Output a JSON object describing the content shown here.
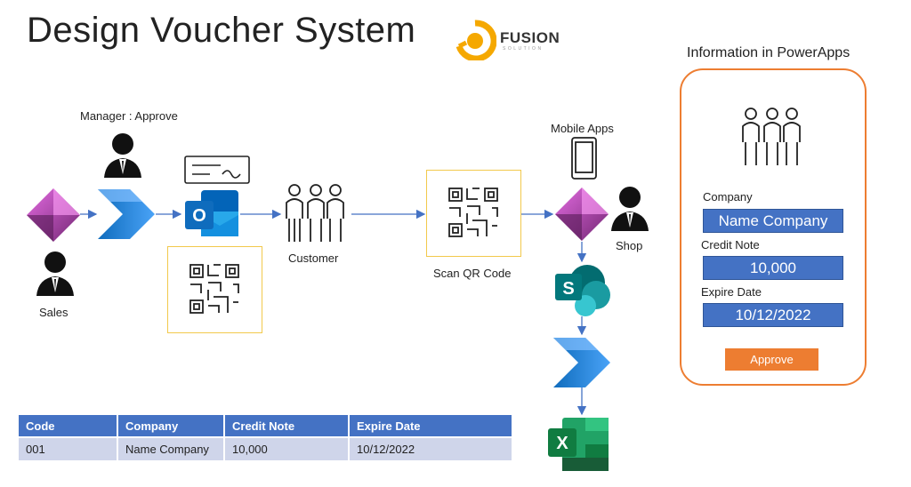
{
  "title": "Design Voucher System",
  "logo": {
    "name": "FUSION",
    "sub": "SOLUTION"
  },
  "flow": {
    "manager_label": "Manager : Approve",
    "sales_label": "Sales",
    "customer_label": "Customer",
    "scan_label": "Scan QR Code",
    "mobile_label": "Mobile Apps",
    "shop_label": "Shop"
  },
  "panel": {
    "title": "Information in PowerApps",
    "company_label": "Company",
    "company_value": "Name Company",
    "credit_label": "Credit Note",
    "credit_value": "10,000",
    "expire_label": "Expire Date",
    "expire_value": "10/12/2022",
    "approve_label": "Approve"
  },
  "table": {
    "headers": [
      "Code",
      "Company",
      "Credit Note",
      "Expire Date"
    ],
    "rows": [
      [
        "001",
        "Name Company",
        "10,000",
        "10/12/2022"
      ]
    ]
  },
  "colors": {
    "accent_blue": "#4472c4",
    "accent_orange": "#ed7d31",
    "qr_border": "#f2c94c",
    "table_row": "#cfd5ea"
  },
  "icons": [
    "powerapps-icon",
    "power-automate-icon",
    "outlook-icon",
    "cheque-icon",
    "qr-code-icon",
    "people-icon",
    "person-icon",
    "phone-icon",
    "sharepoint-icon",
    "excel-icon"
  ]
}
